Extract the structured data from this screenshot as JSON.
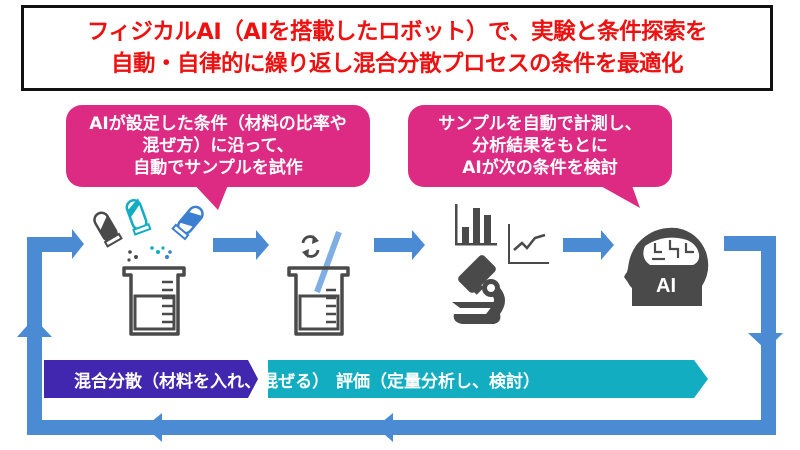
{
  "title": {
    "line1": "フィジカルAI（AIを搭載したロボット）で、実験と条件探索を",
    "line2": "自動・自律的に繰り返し混合分散プロセスの条件を最適化",
    "color": "#ee1111"
  },
  "callouts": [
    {
      "lines": [
        "AIが設定した条件（材料の比率や",
        "混ぜ方）に沿って、",
        "自動でサンプルを試作"
      ],
      "color": "#dd2b83"
    },
    {
      "lines": [
        "サンプルを自動で計測し、",
        "分析結果をもとに",
        "AIが次の条件を検討"
      ],
      "color": "#dd2b83"
    }
  ],
  "steps": [
    {
      "label": "混合分散（材料を入れ、混ぜる）",
      "color": "#4127b0"
    },
    {
      "label": "評価（定量分析し、検討）",
      "color": "#12adc1"
    }
  ],
  "icons": {
    "ai_head_text": "AI",
    "items": [
      "test-tubes-pouring-icon",
      "beaker-icon",
      "stir-beaker-icon",
      "bar-chart-icon",
      "line-chart-icon",
      "microscope-icon",
      "ai-brain-head-icon"
    ]
  },
  "colors": {
    "flow_arrow": "#4a8bd4",
    "icon_gray": "#4a4a4a",
    "tube_cyan": "#12adc1",
    "tube_blue": "#3b7fd1"
  }
}
